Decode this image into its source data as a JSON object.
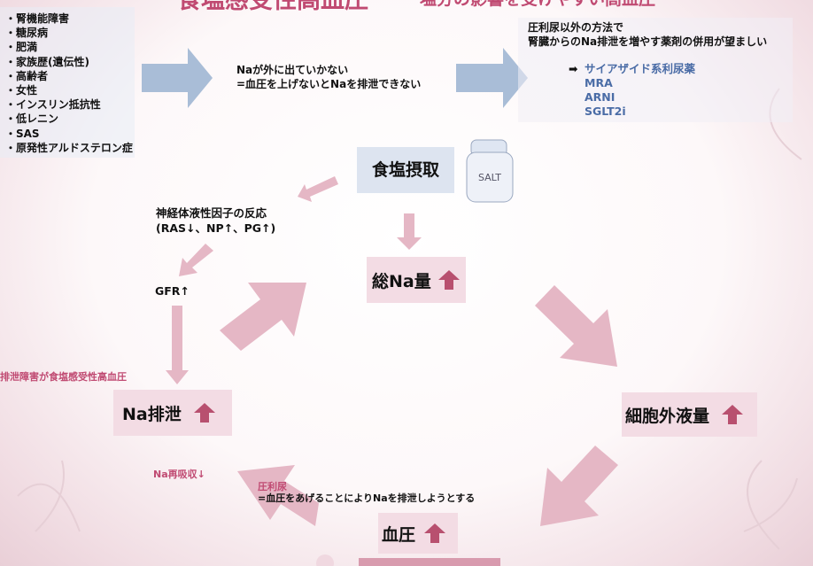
{
  "header": {
    "title": "食塩感受性高血圧",
    "subtitle": "ー塩分の影響を受けやすい高血圧"
  },
  "risk_factors": [
    "・腎機能障害",
    "・糖尿病",
    "・肥満",
    "・家族歴(遺伝性)",
    "・高齢者",
    "・女性",
    "・インスリン抵抗性",
    "・低レニン",
    "・SAS",
    "・原発性アルドステロン症"
  ],
  "middle_note": {
    "line1": "Naが外に出ていかない",
    "line2": "=血圧を上げないとNaを排泄できない"
  },
  "recommendation": {
    "line1": "圧利尿以外の方法で",
    "line2": "腎臓からのNa排泄を増やす薬剤の併用が望ましい",
    "drugs": [
      "サイアザイド系利尿薬",
      "MRA",
      "ARNI",
      "SGLT2i"
    ],
    "arrow_symbol": "➡"
  },
  "cycle": {
    "salt_intake": "食塩摂取",
    "salt_jar_label": "SALT",
    "total_na": "総Na量",
    "ecf": "細胞外液量",
    "bp": "血圧",
    "na_excretion": "Na排泄",
    "neuro_line1": "神経体液性因子の反応",
    "neuro_line2": "(RAS↓、NP↑、PG↑)",
    "gfr": "GFR↑",
    "excretion_disorder": "排泄障害が食塩感受性高血圧",
    "reabsorption": "Na再吸収↓",
    "pressure_diuresis_title": "圧利尿",
    "pressure_diuresis_desc": "=血圧をあげることによりNaを排泄しようとする"
  },
  "colors": {
    "accent_pink": "#c04a72",
    "arrow_pink": "#e5b7c5",
    "up_arrow": "#b8506f",
    "arrow_blue": "#a7bcd6",
    "drug_blue": "#4a6ca6"
  }
}
